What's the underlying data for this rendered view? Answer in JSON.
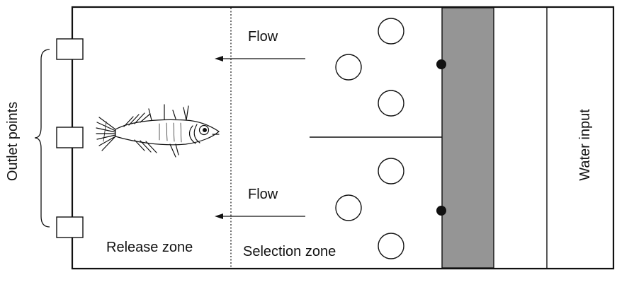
{
  "labels": {
    "outlet_points": "Outlet points",
    "flow_top": "Flow",
    "flow_bottom": "Flow",
    "release_zone": "Release zone",
    "selection_zone": "Selection zone",
    "water_input": "Water input"
  },
  "colors": {
    "ink": "#111111",
    "barrier_fill": "#959595",
    "background": "#ffffff"
  },
  "icons": {
    "fish": "stickleback-fish-icon",
    "outlet": "square-outlet-icon",
    "arrow": "flow-arrow-icon",
    "dot": "filled-dot-icon",
    "circle": "open-circle-icon"
  }
}
